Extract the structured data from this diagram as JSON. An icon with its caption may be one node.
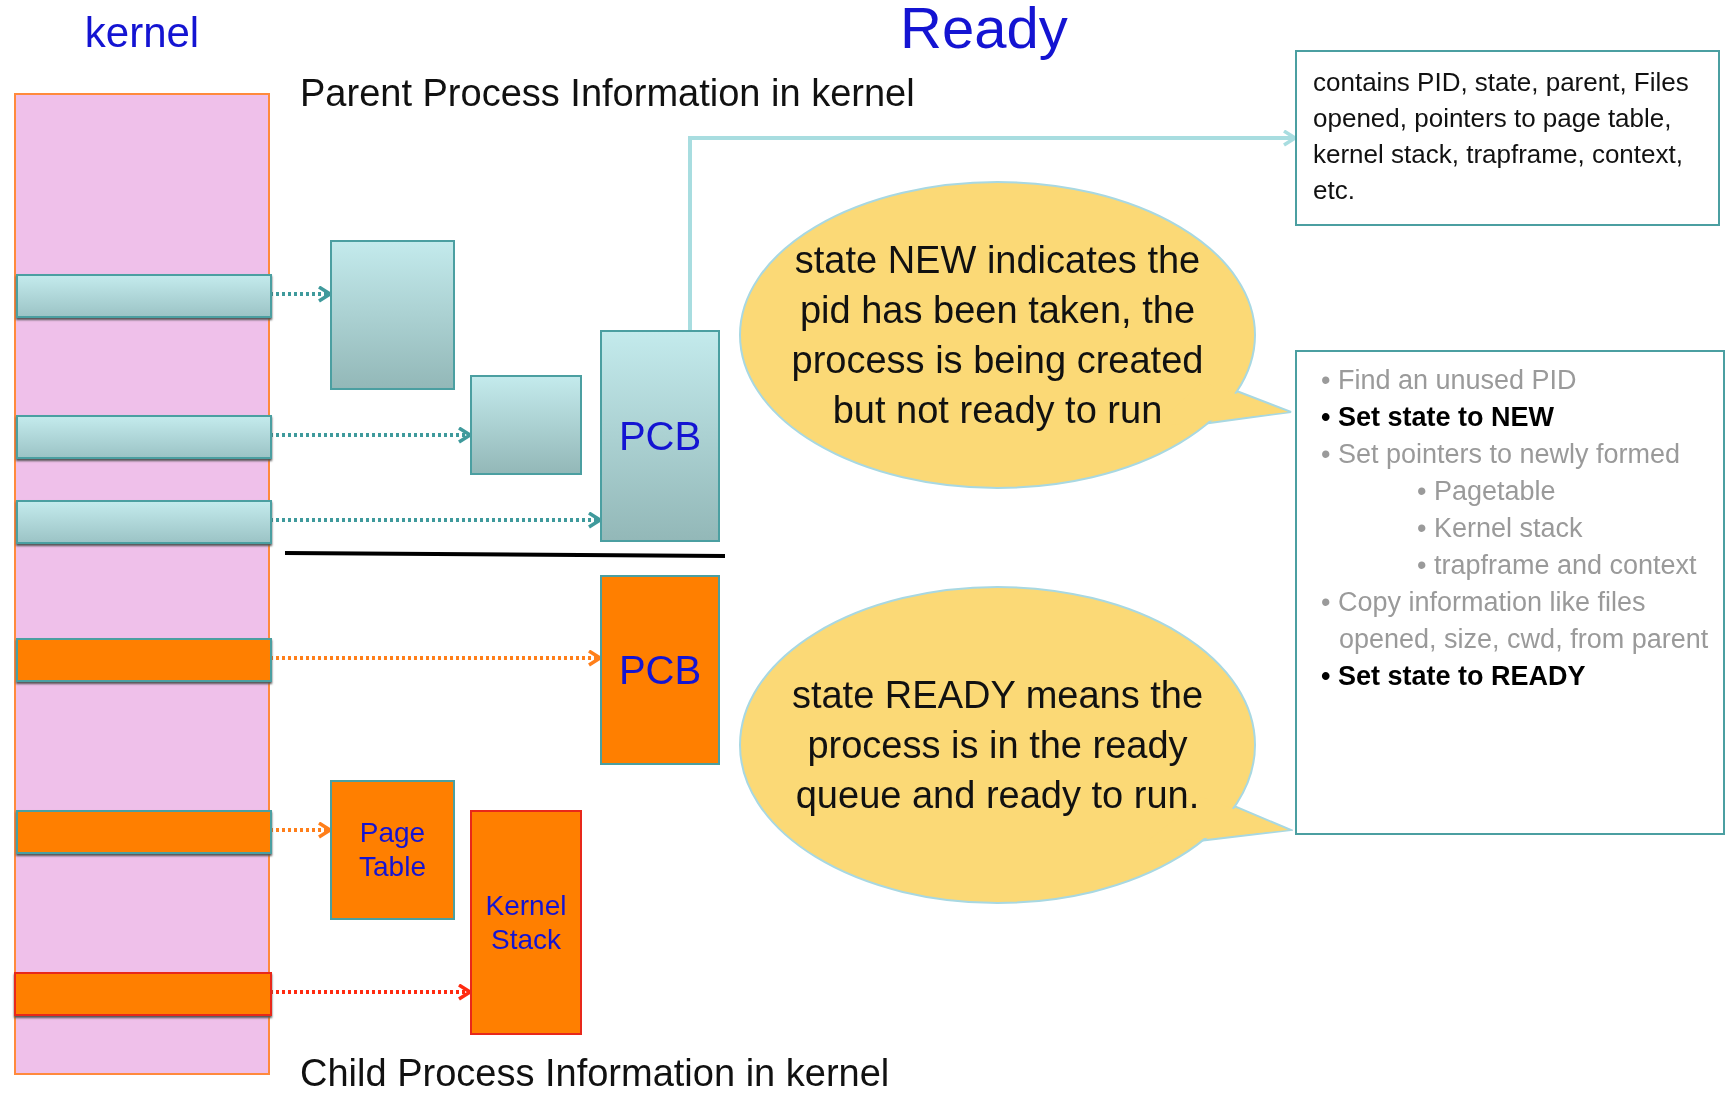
{
  "diagram": {
    "title": "Ready",
    "nodes": [
      {
        "text": [
          "kernel"
        ]
      },
      {
        "text": [],
        "shape": "bar",
        "in": 0
      },
      {
        "text": [],
        "shape": "bar",
        "in": 0
      },
      {
        "text": [],
        "shape": "bar",
        "in": 0
      },
      {
        "text": [],
        "shape": "bar",
        "in": 0
      },
      {
        "text": [],
        "shape": "bar",
        "in": 0
      },
      {
        "text": [],
        "shape": "bar",
        "in": 0
      },
      {
        "text": [],
        "shape": "box"
      },
      {
        "text": [],
        "shape": "box"
      },
      {
        "text": [
          "PCB"
        ]
      },
      {
        "text": [
          "Page Table"
        ]
      },
      {
        "text": [
          "Kernel Stack"
        ]
      },
      {
        "text": [
          "PCB"
        ]
      },
      {
        "text": [
          "contains PID, state, parent, Files opened, pointers to page table, kernel stack, trapframe, context, etc."
        ]
      },
      {
        "text": [
          "• Find an unused PID",
          "• Set state to NEW",
          "• Set pointers to newly formed",
          "• Pagetable",
          "• Kernel stack",
          "• trapframe and context",
          "• Copy information like files opened, size, cwd, from parent",
          "• Set state to READY"
        ]
      },
      {
        "text": [
          "state NEW indicates the pid has been taken, the process is being created but not ready to run"
        ]
      },
      {
        "text": [
          "state READY means the process is in the ready queue and ready to run."
        ]
      }
    ],
    "edges": [
      {
        "from": 1,
        "to": 7,
        "arrow": "to",
        "style": "dashed",
        "color": "#3f9a9c"
      },
      {
        "from": 2,
        "to": 8,
        "arrow": "to",
        "style": "dashed",
        "color": "#3f9a9c"
      },
      {
        "from": 3,
        "to": 9,
        "arrow": "to",
        "style": "dashed",
        "color": "#3f9a9c"
      },
      {
        "from": 4,
        "to": 12,
        "arrow": "to",
        "style": "dashed",
        "color": "#ff7f1a"
      },
      {
        "from": 5,
        "to": 10,
        "arrow": "to",
        "style": "dashed",
        "color": "#ff7f1a"
      },
      {
        "from": 6,
        "to": 11,
        "arrow": "to",
        "style": "dashed",
        "color": "#ff2a10"
      },
      {
        "from": 9,
        "to": 13,
        "arrow": "to",
        "color": "#a8dde0"
      }
    ],
    "labels": [
      "Parent Process Information in kernel",
      "Child Process Information in kernel"
    ]
  }
}
